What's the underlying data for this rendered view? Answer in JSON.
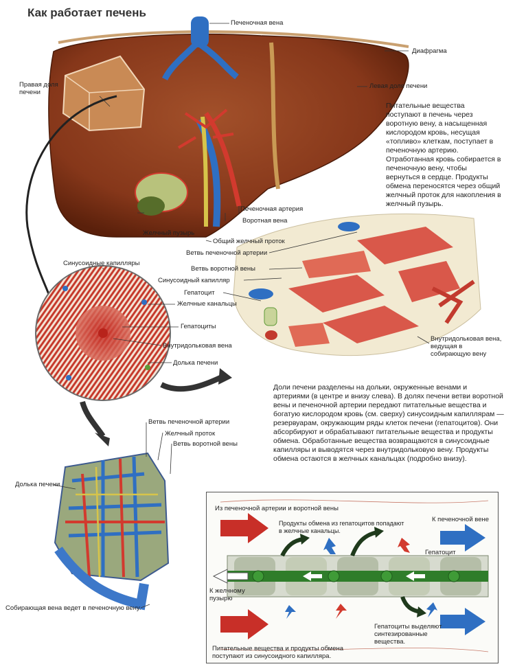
{
  "title": "Как работает печень",
  "labels": {
    "hepatic_vein": "Печеночная вена",
    "diaphragm": "Диафрагма",
    "right_lobe": "Правая доля\nпечени",
    "left_lobe": "Левая доля печени",
    "hepatic_artery": "Печеночная артерия",
    "portal_vein": "Воротная вена",
    "gallbladder": "Желчный пузырь",
    "common_bile_duct": "Общий желчный проток",
    "sinusoid_capillaries": "Синусоидные капилляры",
    "bile_canaliculi": "Желчные канальцы",
    "hepatocytes": "Гепатоциты",
    "central_vein": "Внутридольковая вена",
    "lobule": "Долька печени",
    "branch_hepatic_artery": "Ветвь печеночной артерии",
    "branch_portal_vein": "Ветвь воротной вены",
    "sinusoid_capillary": "Синусоидный капилляр",
    "hepatocyte": "Гепатоцит",
    "central_vein_collecting": "Внутридольковая вена,\nведущая в\nсобирающую вену",
    "lobule_branch_hepatic_artery": "Ветвь печеночной артерии",
    "lobule_bile_duct": "Желчный проток",
    "lobule_branch_portal_vein": "Ветвь воротной вены",
    "lobule_left": "Долька печени",
    "collecting_vein": "Собирающая вена ведет в печеночную вену."
  },
  "paragraphs": {
    "top": "Питательные вещества поступают в печень через воротную вену, а насыщенная кислородом кровь, несущая «топливо» клеткам, поступает в печеночную артерию. Отработанная кровь собирается в печеночную вену, чтобы вернуться в сердце. Продукты обмена переносятся через общий желчный проток для накопления в желчный пузырь.",
    "middle": "Доли печени разделены на дольки, окруженные венами и артериями (в центре и внизу слева). В долях печени ветви воротной вены и печеночной артерии передают питательные вещества и богатую кислородом кровь (см. сверху) синусоидным капиллярам — резервуарам, окружающим ряды клеток печени (гепатоцитов). Они абсорбируют и обрабатывают питательные вещества и продукты обмена. Обработанные вещества возвращаются в синусоидные капилляры и выводятся через внутридольковую вену. Продукты обмена остаются в желчных канальцах (подробно внизу)."
  },
  "scheme": {
    "from_artery_vein": "Из печеночной артерии и воротной вены",
    "products_to_canaliculi": "Продукты обмена из гепатоцитов попадают\nв желчные канальцы.",
    "to_hepatic_vein": "К печеночной вене",
    "hepatocyte": "Гепатоцит",
    "to_gallbladder": "К желчному\nпузырю",
    "nutrients_from_capillary": "Питательные вещества и продукты обмена\nпоступают из синусоидного капилляра.",
    "hepatocytes_secrete": "Гепатоциты выделяют\nсинтезированные\nвещества."
  },
  "colors": {
    "liver": "#8a3a18",
    "liver_dark": "#5e230c",
    "artery": "#d23a2e",
    "vein": "#2f6fc2",
    "bile": "#5f9a38",
    "tissue": "#f1e7cf"
  }
}
